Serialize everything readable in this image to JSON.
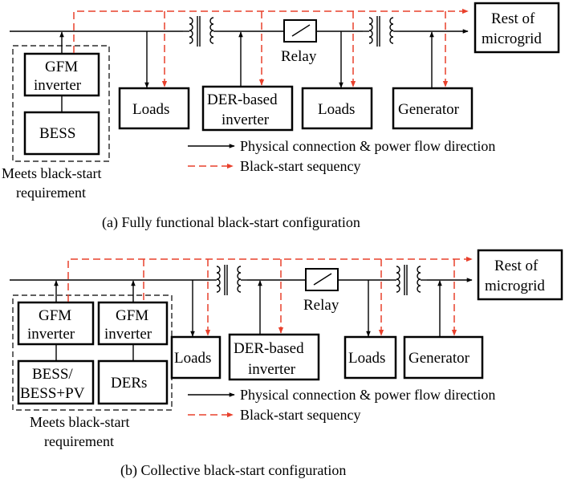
{
  "colors": {
    "sequence": "#e8402c",
    "line": "#000000"
  },
  "panel_a": {
    "caption": "(a) Fully functional black-start configuration",
    "rest_line1": "Rest of",
    "rest_line2": "microgrid",
    "relay": "Relay",
    "gfm_line1": "GFM",
    "gfm_line2": "inverter",
    "bess": "BESS",
    "loads1": "Loads",
    "der_line1": "DER-based",
    "der_line2": "inverter",
    "loads2": "Loads",
    "generator": "Generator",
    "note_line1": "Meets black-start",
    "note_line2": "requirement",
    "legend_physical": "Physical connection & power flow direction",
    "legend_sequence": "Black-start sequency"
  },
  "panel_b": {
    "caption": "(b) Collective black-start configuration",
    "rest_line1": "Rest of",
    "rest_line2": "microgrid",
    "relay": "Relay",
    "gfm1_line1": "GFM",
    "gfm1_line2": "inverter",
    "gfm2_line1": "GFM",
    "gfm2_line2": "inverter",
    "bess_line1": "BESS/",
    "bess_line2": "BESS+PV",
    "ders": "DERs",
    "loads1": "Loads",
    "der_line1": "DER-based",
    "der_line2": "inverter",
    "loads2": "Loads",
    "generator": "Generator",
    "note_line1": "Meets black-start",
    "note_line2": "requirement",
    "legend_physical": "Physical connection & power flow direction",
    "legend_sequence": "Black-start sequency"
  }
}
